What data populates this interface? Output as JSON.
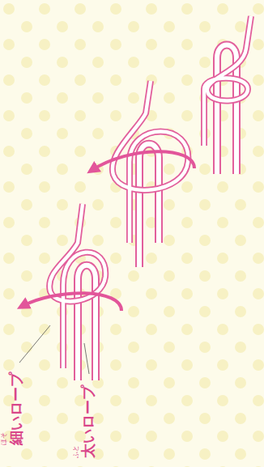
{
  "diagram": {
    "labels": [
      "細いロープ",
      "ほそ",
      "太いロープ",
      "ふと"
    ]
  }
}
